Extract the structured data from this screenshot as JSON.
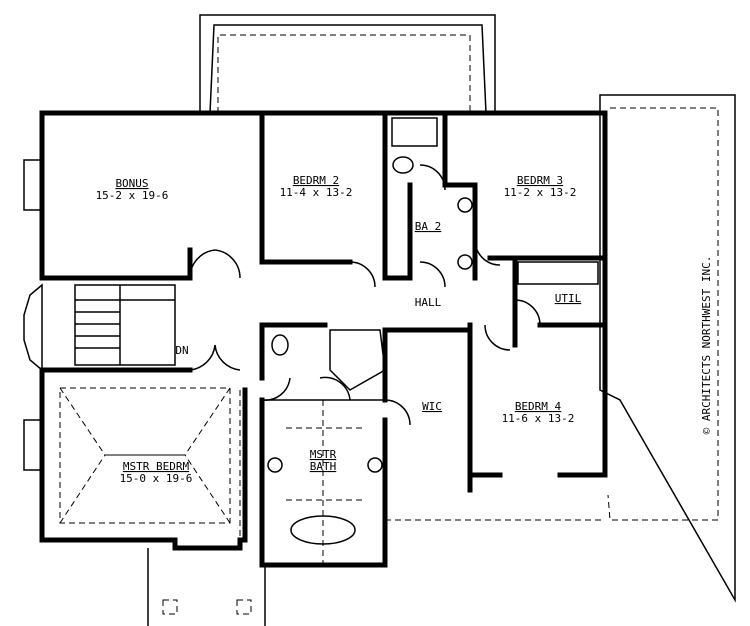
{
  "rooms": {
    "bonus": {
      "name": "BONUS",
      "size": "15-2 x 19-6"
    },
    "bedrm2": {
      "name": "BEDRM 2",
      "size": "11-4 x 13-2"
    },
    "bedrm3": {
      "name": "BEDRM 3",
      "size": "11-2 x 13-2"
    },
    "ba2": {
      "name": "BA 2"
    },
    "hall": {
      "name": "HALL"
    },
    "util": {
      "name": "UTIL"
    },
    "dn": {
      "name": "DN"
    },
    "wic": {
      "name": "WIC"
    },
    "bedrm4": {
      "name": "BEDRM 4",
      "size": "11-6 x 13-2"
    },
    "mstr_bedrm": {
      "name": "MSTR BEDRM",
      "size": "15-0 x 19-6"
    },
    "mstr_bath": {
      "name": "MSTR",
      "name2": "BATH"
    }
  },
  "copyright": "© ARCHITECTS NORTHWEST INC."
}
